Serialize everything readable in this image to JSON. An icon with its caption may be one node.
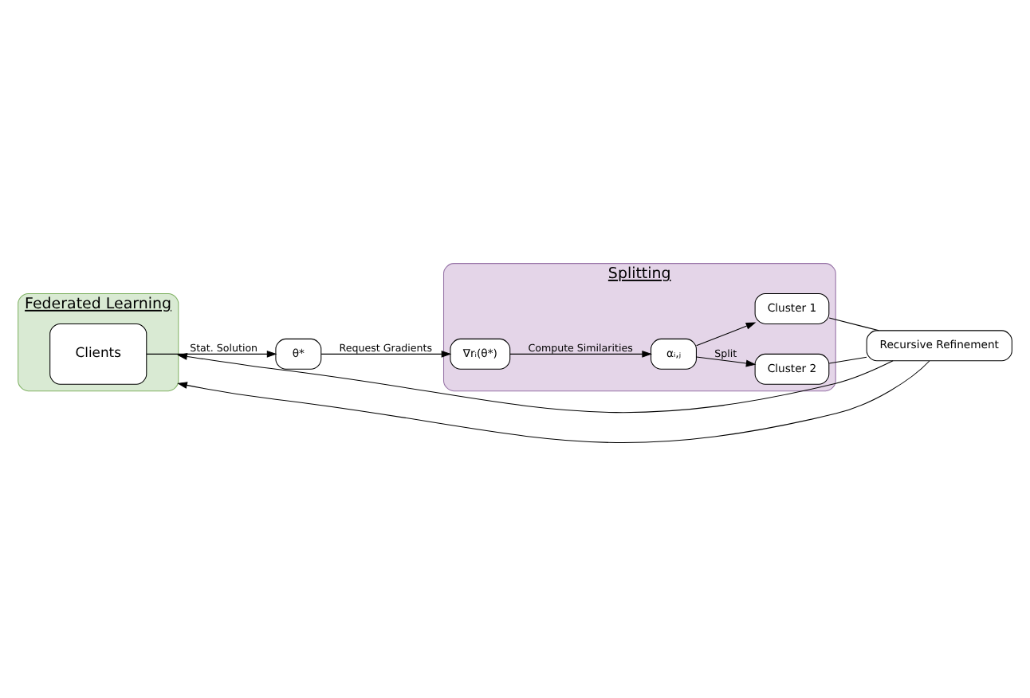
{
  "diagram": {
    "nodes": [
      {
        "text": [
          "Federated Learning"
        ]
      },
      {
        "text": [
          "Clients"
        ],
        "in": 0
      },
      {
        "text": [
          "θ*"
        ]
      },
      {
        "text": [
          "Splitting"
        ]
      },
      {
        "text": [
          "∇rᵢ(θ*)"
        ],
        "in": 3
      },
      {
        "text": [
          "αᵢ,ⱼ"
        ],
        "in": 3
      },
      {
        "text": [
          "Cluster 1"
        ],
        "in": 3
      },
      {
        "text": [
          "Cluster 2"
        ],
        "in": 3
      },
      {
        "text": [
          "Recursive Refinement"
        ]
      }
    ],
    "edges": [
      {
        "from": 1,
        "to": 2,
        "arrow": "to",
        "label": "Stat. Solution"
      },
      {
        "from": 2,
        "to": 4,
        "arrow": "to",
        "label": "Request Gradients"
      },
      {
        "from": 4,
        "to": 5,
        "arrow": "to",
        "label": "Compute Similarities"
      },
      {
        "from": 5,
        "to": 6,
        "arrow": "to"
      },
      {
        "from": 5,
        "to": 7,
        "arrow": "to",
        "label": "Split"
      },
      {
        "from": 6,
        "to": 8,
        "arrow": "none"
      },
      {
        "from": 7,
        "to": 8,
        "arrow": "none"
      },
      {
        "from": 8,
        "to": 0,
        "arrow": "to"
      },
      {
        "from": 8,
        "to": 0,
        "arrow": "to"
      }
    ]
  }
}
